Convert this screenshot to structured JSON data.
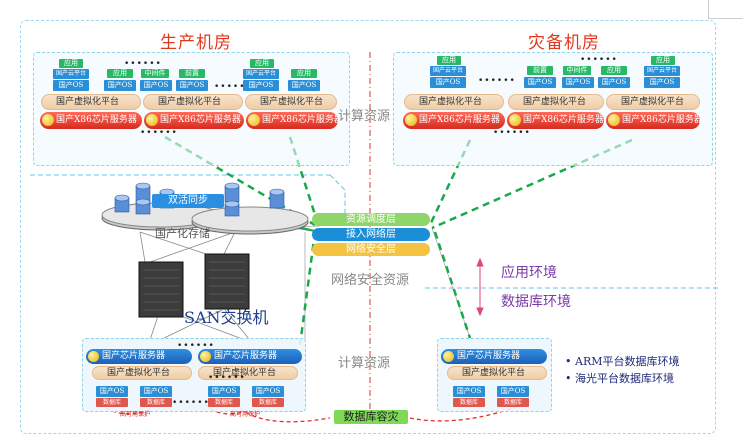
{
  "titles": {
    "production": "生产机房",
    "disaster": "灾备机房"
  },
  "labels": {
    "compute_top": "计算资源",
    "compute_bottom": "计算资源",
    "network_security_resources": "网络安全资源",
    "app_env": "应用环境",
    "db_env": "数据库环境",
    "storage": "国产化存储",
    "san": "SAN交换机",
    "active_active_sync": "双活同步",
    "db_disaster": "数据库容灾",
    "dots": "••••••"
  },
  "layers": {
    "resource": "资源调度层",
    "access": "接入网络层",
    "security": "网络安全层"
  },
  "components": {
    "app": "应用",
    "cloud": "国产云平台",
    "os": "国产OS",
    "middleware": "中间件",
    "frontend": "前置",
    "virt": "国产虚拟化平台",
    "x86server": "国产X86芯片服务器",
    "chipserver": "国产芯片服务器",
    "db": "数据库",
    "ha": "高可用保护"
  },
  "bullets": [
    "ARM平台数据库环境",
    "海光平台数据库环境"
  ],
  "colors": {
    "accent_red": "#e03a1e",
    "dash_green": "#1aa84a",
    "dash_red": "#e03030",
    "purple": "#7a3aa8"
  }
}
